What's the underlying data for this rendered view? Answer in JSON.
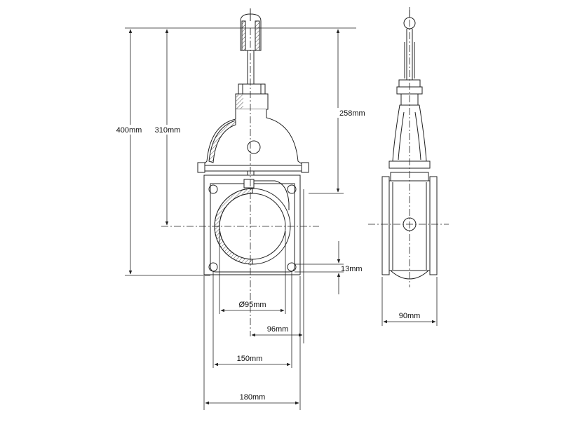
{
  "dimensions": {
    "overall_height": "400mm",
    "stem_height": "310mm",
    "top_to_outlet": "258mm",
    "flange_thickness": "13mm",
    "bore_diameter": "Ø95mm",
    "half_width": "96mm",
    "bolt_spacing": "150mm",
    "overall_width": "180mm",
    "side_width": "90mm"
  },
  "colors": {
    "line": "#222222",
    "hatch": "#555555",
    "background": "#ffffff"
  }
}
